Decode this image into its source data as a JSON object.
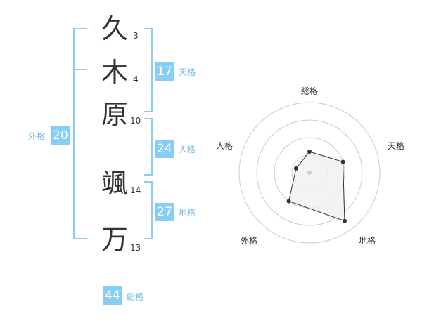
{
  "name": {
    "chars": [
      {
        "char": "久",
        "strokes": "3"
      },
      {
        "char": "木",
        "strokes": "4"
      },
      {
        "char": "原",
        "strokes": "10"
      },
      {
        "char": "颯",
        "strokes": "14"
      },
      {
        "char": "万",
        "strokes": "13"
      }
    ]
  },
  "scores": {
    "tenkaku": {
      "value": "17",
      "label": "天格"
    },
    "jinkaku": {
      "value": "24",
      "label": "人格"
    },
    "chikaku": {
      "value": "27",
      "label": "地格"
    },
    "gaikaku": {
      "value": "20",
      "label": "外格"
    },
    "soukaku": {
      "value": "44",
      "label": "総格"
    }
  },
  "radar": {
    "axis_labels": {
      "top": "総格",
      "right_top": "天格",
      "right_bottom": "地格",
      "left_bottom": "外格",
      "left_top": "人格"
    },
    "levels": [
      0.3,
      0.5,
      0.85,
      0.5,
      0.2
    ],
    "colors": {
      "grid": "#cccccc",
      "fill": "#f0f0f0",
      "line": "#333333",
      "center": "#cccccc"
    }
  },
  "colors": {
    "accent": "#87cdf5",
    "bracket": "#8ecdf2",
    "label": "#7ab8df"
  }
}
